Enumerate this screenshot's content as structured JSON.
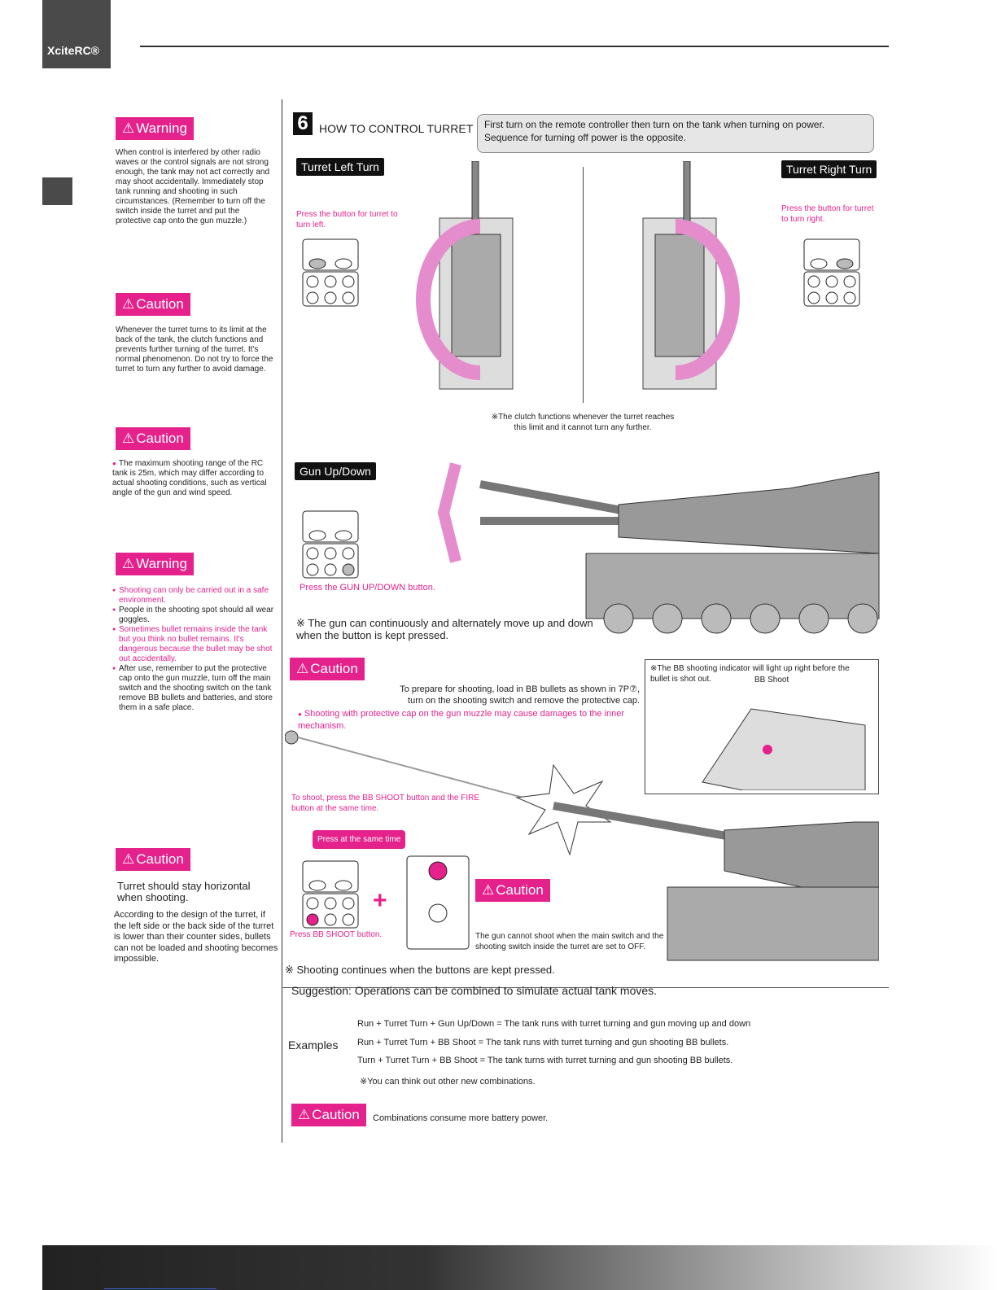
{
  "brand": {
    "name": "XciteRC®"
  },
  "left": {
    "warning1": {
      "label": "Warning",
      "text": "When control is interfered by other radio waves or the control signals are not strong enough, the tank may not act correctly and may shoot accidentally. Immediately stop tank running and shooting in such circumstances. (Remember to turn off the switch inside the turret and put the protective cap onto the gun muzzle.)"
    },
    "caution1": {
      "label": "Caution",
      "text": "Whenever the turret turns to its limit at the back of the tank, the clutch functions and prevents further turning of the turret. It's normal phenomenon. Do not try to force the turret to turn any further to avoid damage."
    },
    "caution2": {
      "label": "Caution",
      "text": "The maximum shooting range of the RC tank is 25m, which may differ according to actual shooting conditions, such as vertical angle of the gun and wind speed."
    },
    "warning2": {
      "label": "Warning",
      "items": [
        {
          "text": "Shooting can only be carried out in a safe environment.",
          "pink": true
        },
        {
          "text": "People in the shooting spot should all wear goggles.",
          "pink": false
        },
        {
          "text": "Sometimes bullet remains inside the tank but you think no bullet remains. It's dangerous because the bullet may be shot out accidentally.",
          "pink": true
        },
        {
          "text": "After use, remember to put the protective cap onto the gun muzzle, turn off the main switch and the shooting switch on the tank remove BB bullets and batteries, and store them in a safe place.",
          "pink": false
        }
      ]
    },
    "caution3": {
      "label": "Caution",
      "heading": "Turret should stay horizontal when shooting.",
      "text": "According to the design of the turret, if the left side or the back side of the turret is lower than their counter sides, bullets can not be loaded and shooting becomes impossible."
    }
  },
  "main": {
    "step": {
      "number": "6",
      "title": "HOW TO CONTROL TURRET",
      "note": "First turn on the remote controller then turn on the tank when turning on power. Sequence for turning off power is the opposite."
    },
    "left_turn": {
      "label": "Turret Left Turn",
      "instr": "Press the button for turret to turn left."
    },
    "right_turn": {
      "label": "Turret Right Turn",
      "instr": "Press the button for turret to turn right."
    },
    "clutch_note": "※The clutch functions whenever the turret reaches this limit and it cannot turn any further.",
    "gun": {
      "label": "Gun Up/Down",
      "instr": "Press the GUN UP/DOWN button.",
      "note": "※ The gun can continuously and alternately move up and down when the button is kept pressed."
    },
    "shoot": {
      "caution_label": "Caution",
      "prepare": "To prepare for shooting, load in BB bullets as shown in 7P⑦, turn on the shooting switch and remove the protective cap.",
      "cap_warning": "Shooting with protective cap on the gun muzzle may cause damages to the inner mechanism.",
      "indicator_note": "※The BB shooting indicator will light up right before the bullet is shot out.",
      "bb_shoot_label": "BB Shoot",
      "how": "To shoot, press the BB SHOOT button and the FIRE button at the same time.",
      "same_time": "Press at the same time",
      "press_bb": "Press BB SHOOT button.",
      "caution2_label": "Caution",
      "off_note": "The gun cannot shoot when the main switch and the shooting switch inside the turret are set to OFF.",
      "continue_note": "※ Shooting continues when the buttons are kept pressed."
    },
    "suggestion": "Suggestion: Operations can be combined to simulate actual tank moves.",
    "examples_label": "Examples",
    "examples": [
      "Run + Turret Turn + Gun Up/Down = The tank runs with turret turning and gun moving up and down",
      "Run + Turret Turn + BB Shoot = The tank runs with turret turning and gun shooting BB bullets.",
      "Turn + Turret Turn + BB Shoot = The tank turns with turret turning and gun shooting BB bullets."
    ],
    "other_note": "※You can think out other new combinations.",
    "final_caution": {
      "label": "Caution",
      "text": "Combinations consume more battery power."
    }
  },
  "colors": {
    "accent": "#e5218c",
    "dark": "#111111",
    "gray": "#4a4a4a"
  }
}
